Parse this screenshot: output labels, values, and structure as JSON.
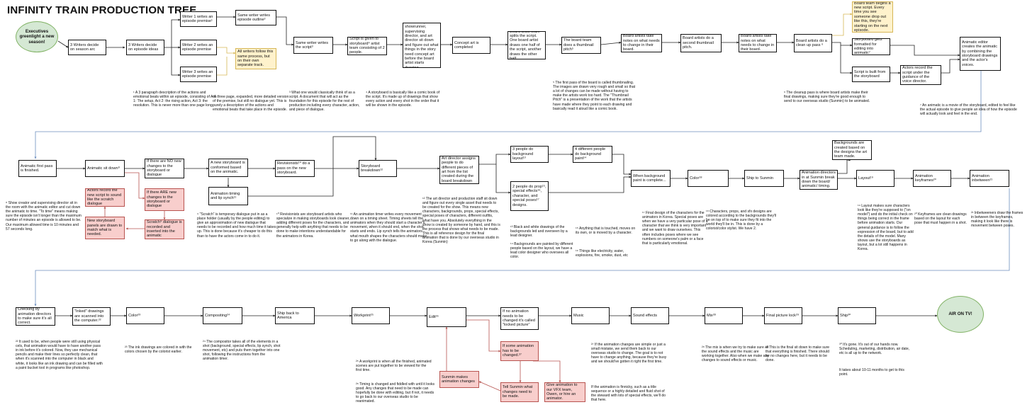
{
  "title": "INFINITY TRAIN PRODUCTION TREE",
  "nodes": {
    "n_exec": "Executives greenlight a new season!",
    "n_arc": "3 Writers decide on season arc",
    "n_ideas": "3 Writers decide on episode ideas",
    "n_w1": "Writer 1 writes an episode premise¹",
    "n_w2": "Writer 2 writes an episode premise",
    "n_w3": "Writer 3 writes an episode premise",
    "n_outline": "Same writer writes episode outline²",
    "n_all": "All writers follow this same process, but on their own separate track.",
    "n_script": "Same writer writes the script³",
    "n_sbteam": "Script is given to storyboard⁴ artist team consisting of 2 people.",
    "n_meeting": "Artist team, showrunner, supervising director, and art director sit down and figure out what things in the story need concept art before the board artist starts drawing.",
    "n_concept": "Concept art is completed",
    "n_split": "Board artist team splits the script. One board artist draws one half of the script, another draws the other half.",
    "n_pitch": "The board team does a thumbnail pitch⁵",
    "n_notes1": "Board artists take notes on what needs to change in their board.",
    "n_pitch2": "Board artists do a second thumbnail pitch.",
    "n_notes2": "Board artists take notes on what needs to change in their board.",
    "n_cleanup": "Board artists do a clean up pass ⁶",
    "n_newscript": "Board team begins a new script. Every time you see someone drop out like this, they're starting on the next episode.",
    "n_formatted": "Storyboard gets formatted for editing into animatic⁷",
    "n_scriptbuilt": "Script is built from the storyboard",
    "n_actors": "Actors record the script under the guidance of the voice director.",
    "n_editor": "Animatic editor creates the animatic by combining the storyboard drawings and the actor's voices.",
    "n_firstpass": "Animatic first pass is finished.",
    "n_sitdown": "Animatic sit down⁸",
    "n_nochange": "If there are NO new changes to the storyboard or dialogue",
    "n_arechange": "If there ARE new changes to the storyboard or dialogue",
    "n_actorsnew": "Actors record the new script to sound like the scratch dialogue",
    "n_newpanels": "New storyboard panels are drawn to match what is needed.",
    "n_scratch": "Scratch⁹ dialogue is recorded and inserted into the animatic",
    "n_conformed": "A new storyboard is conformed based on the animatic.",
    "n_timing": "Animation timing and lip synch¹¹",
    "n_revision": "Revisionists¹⁰ do a pass on the new storyboard.",
    "n_breakdown": "Storyboard breakdown¹²",
    "n_artdir": "Art director assigns people to do different pieces of art from the list created during the board breakdown",
    "n_bglayout": "3 people do background layout¹³",
    "n_bgpaint": "4 different people do background paint¹⁴",
    "n_props": "2 people do prop¹⁵, special effects¹⁶, character, and special poses¹⁷ designs.",
    "n_bgdone": "When background paint is complete...",
    "n_color18": "Color¹⁸",
    "n_ship1": "Ship to Sunmin",
    "n_sunmin": "Animation directors in at Sunmin break down the board/ animatic/ timing.",
    "n_bgcreated": "Backgrounds are created based on the designs the art team made.",
    "n_layout": "Layout¹⁹",
    "n_keyframes": "Animation keyframes²⁰",
    "n_inbetween": "Animation inbetween²¹",
    "n_check": "Checking by animation directors to make sure it's all correct.",
    "n_inked": "\"Inked\" drawings are scanned into the computer.²²",
    "n_color23": "Color²³",
    "n_comp": "Compositing²⁴",
    "n_shipback": "Ship back to America",
    "n_workprint": "Workprint²⁵",
    "n_edit": "Edit²⁶",
    "n_nochanges": "If no animation needs to be changed it's called \"locked picture\"",
    "n_change27": "If some animation has to be changed.²⁷",
    "n_tellsunmin": "Tell Sunmin what changes need to be made.",
    "n_vfx": "Give animation to our VFX team, Owen, or hire an animator.",
    "n_sunminmakes": "Sunmin makes animation changes",
    "n_music": "Music",
    "n_sfx": "Sound effects",
    "n_mix": "Mix²⁸",
    "n_lock": "Final picture lock²⁹",
    "n_ship30": "Ship³⁰",
    "n_air": "AIR ON TV!"
  },
  "notes": {
    "f1": "¹ A 3 paragraph description of the actions and emotional beats within an episode, consisting of Act 1: The setup, Act 2: the rising action, Act 3: the resolution. This is never more than one page long.",
    "f2": "²A three page, expanded, more detailed version of the premise, but still no dialogue yet. This is purely a description of the actions and emotional beats that take place in the episode.",
    "f3": "³ What one would classically think of as a script. A document that will act as the foundation for this episode for the rest of production including every character, action, and piece of dialogue.",
    "f4": "⁴ A storyboard is basically like a comic book of the script. It's made up of drawings that show every action and every shot in the order that it will be shown in the episode.",
    "f5": "⁵ The first pass of the board is called thumbnailing. The images are drawn very rough and small so that a lot of changes can be made without having to make the artists work too hard. The \"Thumbnail Pitch\" is a presentation of the work that the artists have made where they point to each drawing and basically read it aloud like a comic book.",
    "f6": "⁶ The cleanup pass is where board artists make their final drawings, making sure they're good enough to send to our overseas studio (Sunmin) to be animated.",
    "f7": "⁷ An animatic is a movie of the storyboard, edited to feel like the actual episode to give people an idea of how the episode will actually look and feel in the end.",
    "f8": "⁸ Show creator and supervising director sit in the room with the animatic editor and cut down the animatic to time. \"To time\" means making sure the episode isn't longer than the maximum number of minutes an episode is allowed to be. Our maximum allowed time is 10 minutes and 57 seconds long.",
    "f9": "⁹ \"Scratch\" is temporary dialogue put in as a place holder (usually by the people editing) to give an approximation of new dialogue that needs to be recorded and how much time it takes up. This is done because it's cheaper to do this than to have the actors come in to do it.",
    "f10": "¹⁰ Revisionists are storyboard artists who specialize in making storyboards look cleaner, adding different poses for the characters, and generally help with anything that needs to be done to make intentions understandable for the animators in Korea.",
    "f11": "¹¹ An animation timer writes every movement down on a timing sheet. Timing sheets tell the animators when they should start a character's movement, when it should end, when the shot starts and ends. Lip synch tells the animators what mouth shapes the characters should make to go along with the dialogue.",
    "f12": "¹² The art director and production staff sit down and figure out every single asset that needs to be created for the show. This means new characters, backgrounds, props, special effects, special poses of characters, different outfits, what have you. Absolutely everything in the show is created by someone by hand, and this is the process that shows what needs to be made. This is all reference design for the final animation that is done by our overseas studio in Korea (Sunmin)",
    "f13": "¹³ Black and white drawings of the backgrounds led and overseen by a lead designer.",
    "f14": "¹⁴ Backgrounds are painted by different people based on the layout, we have a lead color designer who oversees all color.",
    "f15": "¹⁵ Anything that is touched, moves on its own, or is moved by a character.",
    "f16": "¹⁶ Things like electricity, water, explosions, fire, smoke, dust, etc",
    "f17": "¹⁷ Final design of the characters for the animators in Korea. Special poses are when we have a very particular pose of a character that we think is very important and we want to draw ourselves. This often includes poses where we see numbers on someone's palm or a face that is particularly emotional.",
    "f18": "¹⁸ Characters, props, and sfx designs are colored according to the backgrounds they'll be on top of to make sure they fit into the world they'll be in. This is done by a colorist/color stylist. We have 2.",
    "f19": "¹⁹ Layout makes sure characters look like they're supposed to (\"on model\") and do the initial check on things being correct in the frame before animation starts. Our general guidance is to follow the expression of the board, but to add the details of the model. Many shows use the storyboards as layout, but a lot still happens in Korea.",
    "f20": "²⁰ Keyframes are clean drawings based on the layout for each pose that must happen in a shot.",
    "f21": "²¹ Inbetweeners draw the frames in between the keyframes, making it look like there is movement between poses.",
    "f22": "²² It used to be, when people were still using physical cels, that animation would have to have another pass in ink before it's colored. Now, they use mechanical pencils and make their lines so perfectly clean, that when it's scanned into the computer in black and white, it looks like an ink drawing and can be filled with a paint bucket tool in programs like photoshop.",
    "f23": "²³ The ink drawings are colored in with the colors chosen by the colorist earlier.",
    "f24": "²⁴ The compositor takes all of the elements in a shot (background, special effects, lip synch, shot movement, etc) and puts them together into one shot, following the instructions from the animation timer.",
    "f25": "²⁵ A workprint is when all the finished, animated scenes are put together to be viewed for the first time.",
    "f26": "²⁶ Timing is changed and fiddled with until it looks good. Any changes that need to be made can hopefully be done with editing, but if not, it needs to go back to our overseas studio to be reanimated.",
    "f27": "²⁷ If the animation changes are simple or just a small mistake, we send them back to our overseas studio to change. The goal is to not have to change anything, because they're busy and we should've gotten it right the first time.",
    "f27b": "If the animation is finnicky, such as a title sequence or a highly detailed and fluid shot of the steward with lots of special effects, we'll do that here.",
    "f28": "²⁸ The mix is when we try to make sure all the sound effects and the music are working together. Also when we make any changes to sound effects or music.",
    "f29": "²⁹ This is the final sit down to make sure that everything is finished. There should be no changes here, but it needs to be done.",
    "f30": "³⁰ It's gone. It's out of our hands now. Scheduling, marketing, distribution, air date, etc is all up to the network.",
    "f30b": "It takes about 10-11 months to get to this point."
  }
}
